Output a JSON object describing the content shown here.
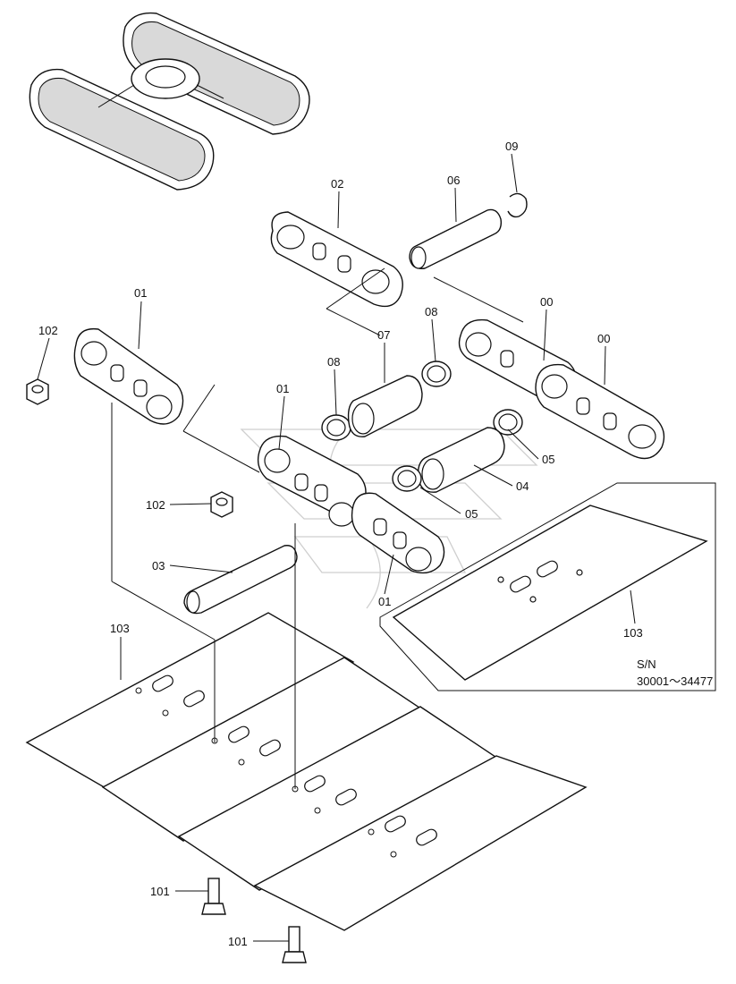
{
  "callouts": {
    "link_upper": "02",
    "pin_upper": "06",
    "ring_upper": "09",
    "link_left": "01",
    "nut_left": "102",
    "seal_a": "08",
    "bushing_a": "07",
    "seal_b": "08",
    "link_center": "01",
    "master_link_1": "00",
    "master_link_2": "00",
    "seal_c": "05",
    "bushing_b": "04",
    "seal_d": "05",
    "nut_center": "102",
    "pin_lower": "03",
    "link_lower_right": "01",
    "shoe_main": "103",
    "shoe_inset": "103",
    "bolt_1": "101",
    "bolt_2": "101"
  },
  "inset_note": {
    "line1": "S/N",
    "line2": "30001～34477"
  }
}
